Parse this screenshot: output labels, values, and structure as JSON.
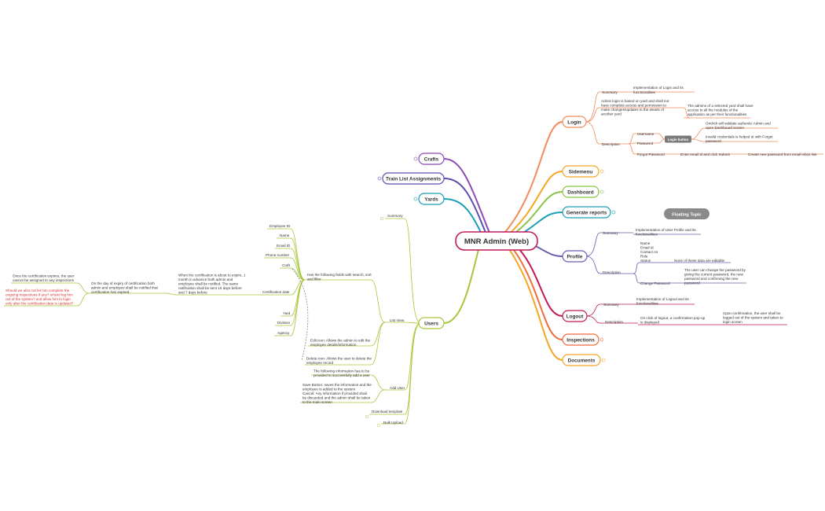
{
  "root": {
    "label": "MNR Admin (Web)"
  },
  "floating_topic": {
    "label": "Floating Topic"
  },
  "colors": {
    "login": "#f28a5b",
    "sidemenu": "#f5a623",
    "dashboard": "#8bc34a",
    "reports": "#1a9fb5",
    "profile": "#6b5fb5",
    "logout": "#c2185b",
    "inspections": "#f26d3d",
    "documents": "#f5a623",
    "crafts": "#8e4bb5",
    "train": "#5a4fb0",
    "yards": "#1a9fb5",
    "users": "#a4c639",
    "floating": "#888888"
  },
  "right": {
    "login": {
      "label": "Login",
      "summary_label": "Summary",
      "summary_text": [
        "Implementation of Login and its",
        "functionalities"
      ],
      "admin_text": [
        "Admin login is based on yard and shall not",
        "have complete access and permission to",
        "make changes/updates to the assets of",
        "another yard"
      ],
      "admin_child": [
        "The admins of a selected yard shall have",
        "access to all the modules of the",
        "application as per their functionalities"
      ],
      "description_label": "Description",
      "username_label": "Username",
      "password_label": "Password",
      "login_button": "Login button",
      "onclick_text": [
        "Onclick will validate authentic Admin and",
        "open Dashboard screen"
      ],
      "invalid_text": [
        "Invalid credentials is helped ut with Forget",
        "password"
      ],
      "forgot_label": "Forgot Password",
      "forgot_text": "Enter email id and click Submit",
      "forgot_child": "Create new password from email inbox link"
    },
    "sidemenu": {
      "label": "Sidemenu"
    },
    "dashboard": {
      "label": "Dashboard"
    },
    "reports": {
      "label": "Generate reports"
    },
    "profile": {
      "label": "Profile",
      "summary_label": "Summary",
      "summary_text": [
        "Implementation of User Profile and its",
        "functionalities"
      ],
      "fields": [
        "Name",
        "Email Id",
        "Contact no",
        "Role",
        "Status"
      ],
      "fields_note": "None of these data are editable",
      "description_label": "Description",
      "change_label": "Change Password",
      "change_text": [
        "The user can change the password by",
        "giving the current password, the new",
        "password and confirming the new",
        "password"
      ]
    },
    "logout": {
      "label": "Logout",
      "summary_label": "Summary",
      "summary_text": [
        "Implementation of Logout and its",
        "functionalities"
      ],
      "description_label": "Description",
      "desc_text": [
        "On click of logout, a confirmation pop-up",
        "is displayed"
      ],
      "desc_child": [
        "Upon confirmation, the user shall be",
        "logged out of the system and taken to",
        "login screen"
      ]
    },
    "inspections": {
      "label": "Inspections"
    },
    "documents": {
      "label": "Documents"
    }
  },
  "left": {
    "crafts": {
      "label": "Crafts"
    },
    "train": {
      "label": "Train List Assignments"
    },
    "yards": {
      "label": "Yards"
    },
    "users": {
      "label": "Users",
      "summary_label": "Summary",
      "listview_label": "List View",
      "fields_text": [
        "Has the following fields with search, sort",
        "and filter"
      ],
      "fields": [
        "Employee ID",
        "Name",
        "Email ID",
        "Phone number",
        "Craft",
        "Certification date",
        "Yard",
        "Division",
        "Agency"
      ],
      "cert_text": [
        "When the certification is about to expire, 1",
        "month in advance both admin and",
        "employee shall be notified. The same",
        "notification shall be sent 15 days before",
        "and 7 days before"
      ],
      "expiry_text": [
        "On the day of expiry of certification both",
        "admin and employee shall be notified that",
        "certification has expired."
      ],
      "expired_text": [
        "Once the certification expires, the user",
        "cannot be assigned to any inspections"
      ],
      "question_text": [
        "Should we also not let him complete the",
        "ongoing inspections if any? or/and log him",
        "out of the system? and allow him to login",
        "only after the certification date is updated?"
      ],
      "edit_text": [
        "Edit icon: Allows the admin to edit the",
        "employee details/information"
      ],
      "delete_text": [
        "Delete icon: Allows the user to delete the",
        "employee record"
      ],
      "adduser_label": "Add User",
      "adduser_text": [
        "The following information has to be",
        "provided to successfully add a user"
      ],
      "save_text": [
        "Save Button: saves the information and the",
        "employee is added to the system",
        "Cancel: Any information if provided shall",
        "be discarded and the admin shall be taken",
        "to the main screen"
      ],
      "download_label": "Download template",
      "bulk_label": "Bulk Upload"
    }
  }
}
